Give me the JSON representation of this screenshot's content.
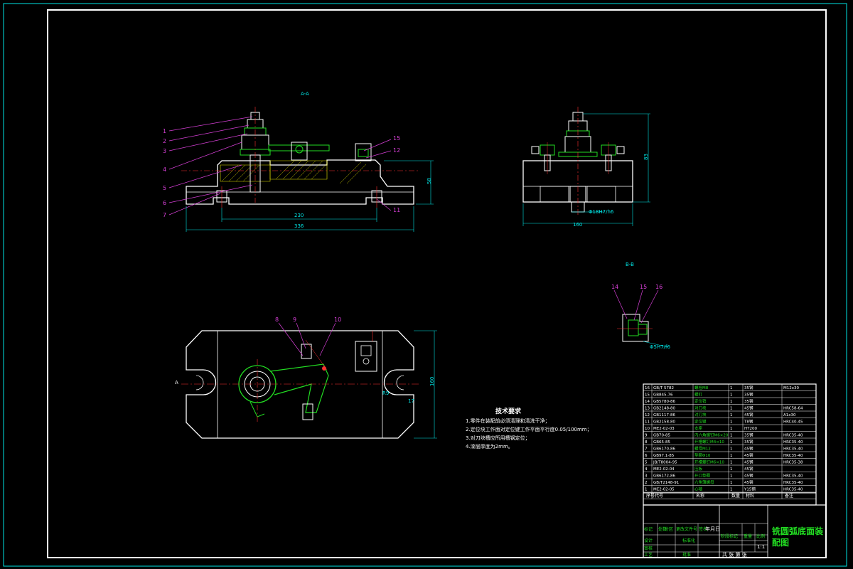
{
  "views": {
    "aa_label": "A-A",
    "bb_label": "B-B",
    "a_marker": "A"
  },
  "callouts": {
    "left": [
      "1",
      "2",
      "3",
      "4",
      "5",
      "6",
      "7"
    ],
    "right": [
      "15",
      "12",
      "11"
    ],
    "plan": [
      "8",
      "9",
      "10"
    ],
    "detail": [
      "14",
      "15",
      "16"
    ]
  },
  "dimensions": {
    "height_front": "58",
    "width_inner": "230",
    "width_total": "336",
    "height_side": "83",
    "width_side": "160",
    "fit_side": "Φ18H7/h6",
    "fit_detail": "Φ5H7/f6",
    "width_plan": "160",
    "slot_plan": "R9",
    "slot_plan2": "17"
  },
  "tech": {
    "title": "技术要求",
    "items": [
      "1.零件在装配前必须清理和清洗干净；",
      "2.定位块工作面对定位键工作平面平行度0.05/100mm；",
      "3.对刀块槽应所用槽钢定位；",
      "4.漆层厚度为2mm。"
    ]
  },
  "bom": {
    "rows": [
      {
        "no": "16",
        "code": "GB/T 5782",
        "name": "螺栓M8",
        "qty": "1",
        "mat": "35钢",
        "note": "M12x30"
      },
      {
        "no": "15",
        "code": "GB845-76",
        "name": "螺钉",
        "qty": "1",
        "mat": "35钢",
        "note": ""
      },
      {
        "no": "14",
        "code": "GB5780-86",
        "name": "定位销",
        "qty": "1",
        "mat": "35钢",
        "note": ""
      },
      {
        "no": "13",
        "code": "GB2148-80",
        "name": "对刀块",
        "qty": "1",
        "mat": "45钢",
        "note": "HRC58-64"
      },
      {
        "no": "12",
        "code": "GB1117-86",
        "name": "对刀块",
        "qty": "1",
        "mat": "45钢",
        "note": "A1x30"
      },
      {
        "no": "11",
        "code": "GB2158-80",
        "name": "定位键",
        "qty": "1",
        "mat": "T8钢",
        "note": "HRC40-45"
      },
      {
        "no": "10",
        "code": "ME2-02-03",
        "name": "支座",
        "qty": "1",
        "mat": "HT200",
        "note": ""
      },
      {
        "no": "9",
        "code": "GB70-85",
        "name": "内六角螺钉M6×20",
        "qty": "1",
        "mat": "35钢",
        "note": "HRC35-40"
      },
      {
        "no": "8",
        "code": "GB65-85",
        "name": "开槽螺钉M4×10",
        "qty": "1",
        "mat": "35钢",
        "note": "HRC35-40"
      },
      {
        "no": "7",
        "code": "GB6170-86",
        "name": "螺母M12",
        "qty": "1",
        "mat": "45钢",
        "note": "HRC35-40"
      },
      {
        "no": "6",
        "code": "GB97.1-85",
        "name": "垫圈Φ10",
        "qty": "1",
        "mat": "45钢",
        "note": "HRC35-40"
      },
      {
        "no": "5",
        "code": "JB/T8004-95",
        "name": "开槽螺钉M6×10",
        "qty": "1",
        "mat": "45钢",
        "note": "HRC35-38"
      },
      {
        "no": "4",
        "code": "ME2-02-04",
        "name": "压板",
        "qty": "1",
        "mat": "45钢",
        "note": ""
      },
      {
        "no": "3",
        "code": "GB6172-86",
        "name": "开口垫圈",
        "qty": "1",
        "mat": "45钢",
        "note": "HRC35-40"
      },
      {
        "no": "2",
        "code": "GB/T2148-91",
        "name": "六角薄螺母",
        "qty": "1",
        "mat": "45钢",
        "note": "HRC35-40"
      },
      {
        "no": "1",
        "code": "ME2-02-05",
        "name": "心轴",
        "qty": "1",
        "mat": "Y15钢",
        "note": "HRC35-40"
      }
    ],
    "header": {
      "no": "序号",
      "code": "代号",
      "name": "名称",
      "qty": "数量",
      "mat": "材料",
      "note": "备注"
    }
  },
  "title_block": {
    "title_line1": "铣圆弧底面装",
    "title_line2": "配图",
    "labels": [
      "标记",
      "处数",
      "分区",
      "更改文件号",
      "签名",
      "年月日",
      "设计",
      "标准化",
      "阶段标记",
      "重量",
      "比例",
      "审核",
      "工艺",
      "批准",
      "共 张 第 张"
    ],
    "scale": "1:1"
  },
  "colors": {
    "background": "#000000",
    "frame": "#00e5e5",
    "outline": "#ffffff",
    "part": "#22dd22",
    "leader": "#d63fd6",
    "centerline": "#ff3030",
    "hatch": "#e6e600"
  }
}
